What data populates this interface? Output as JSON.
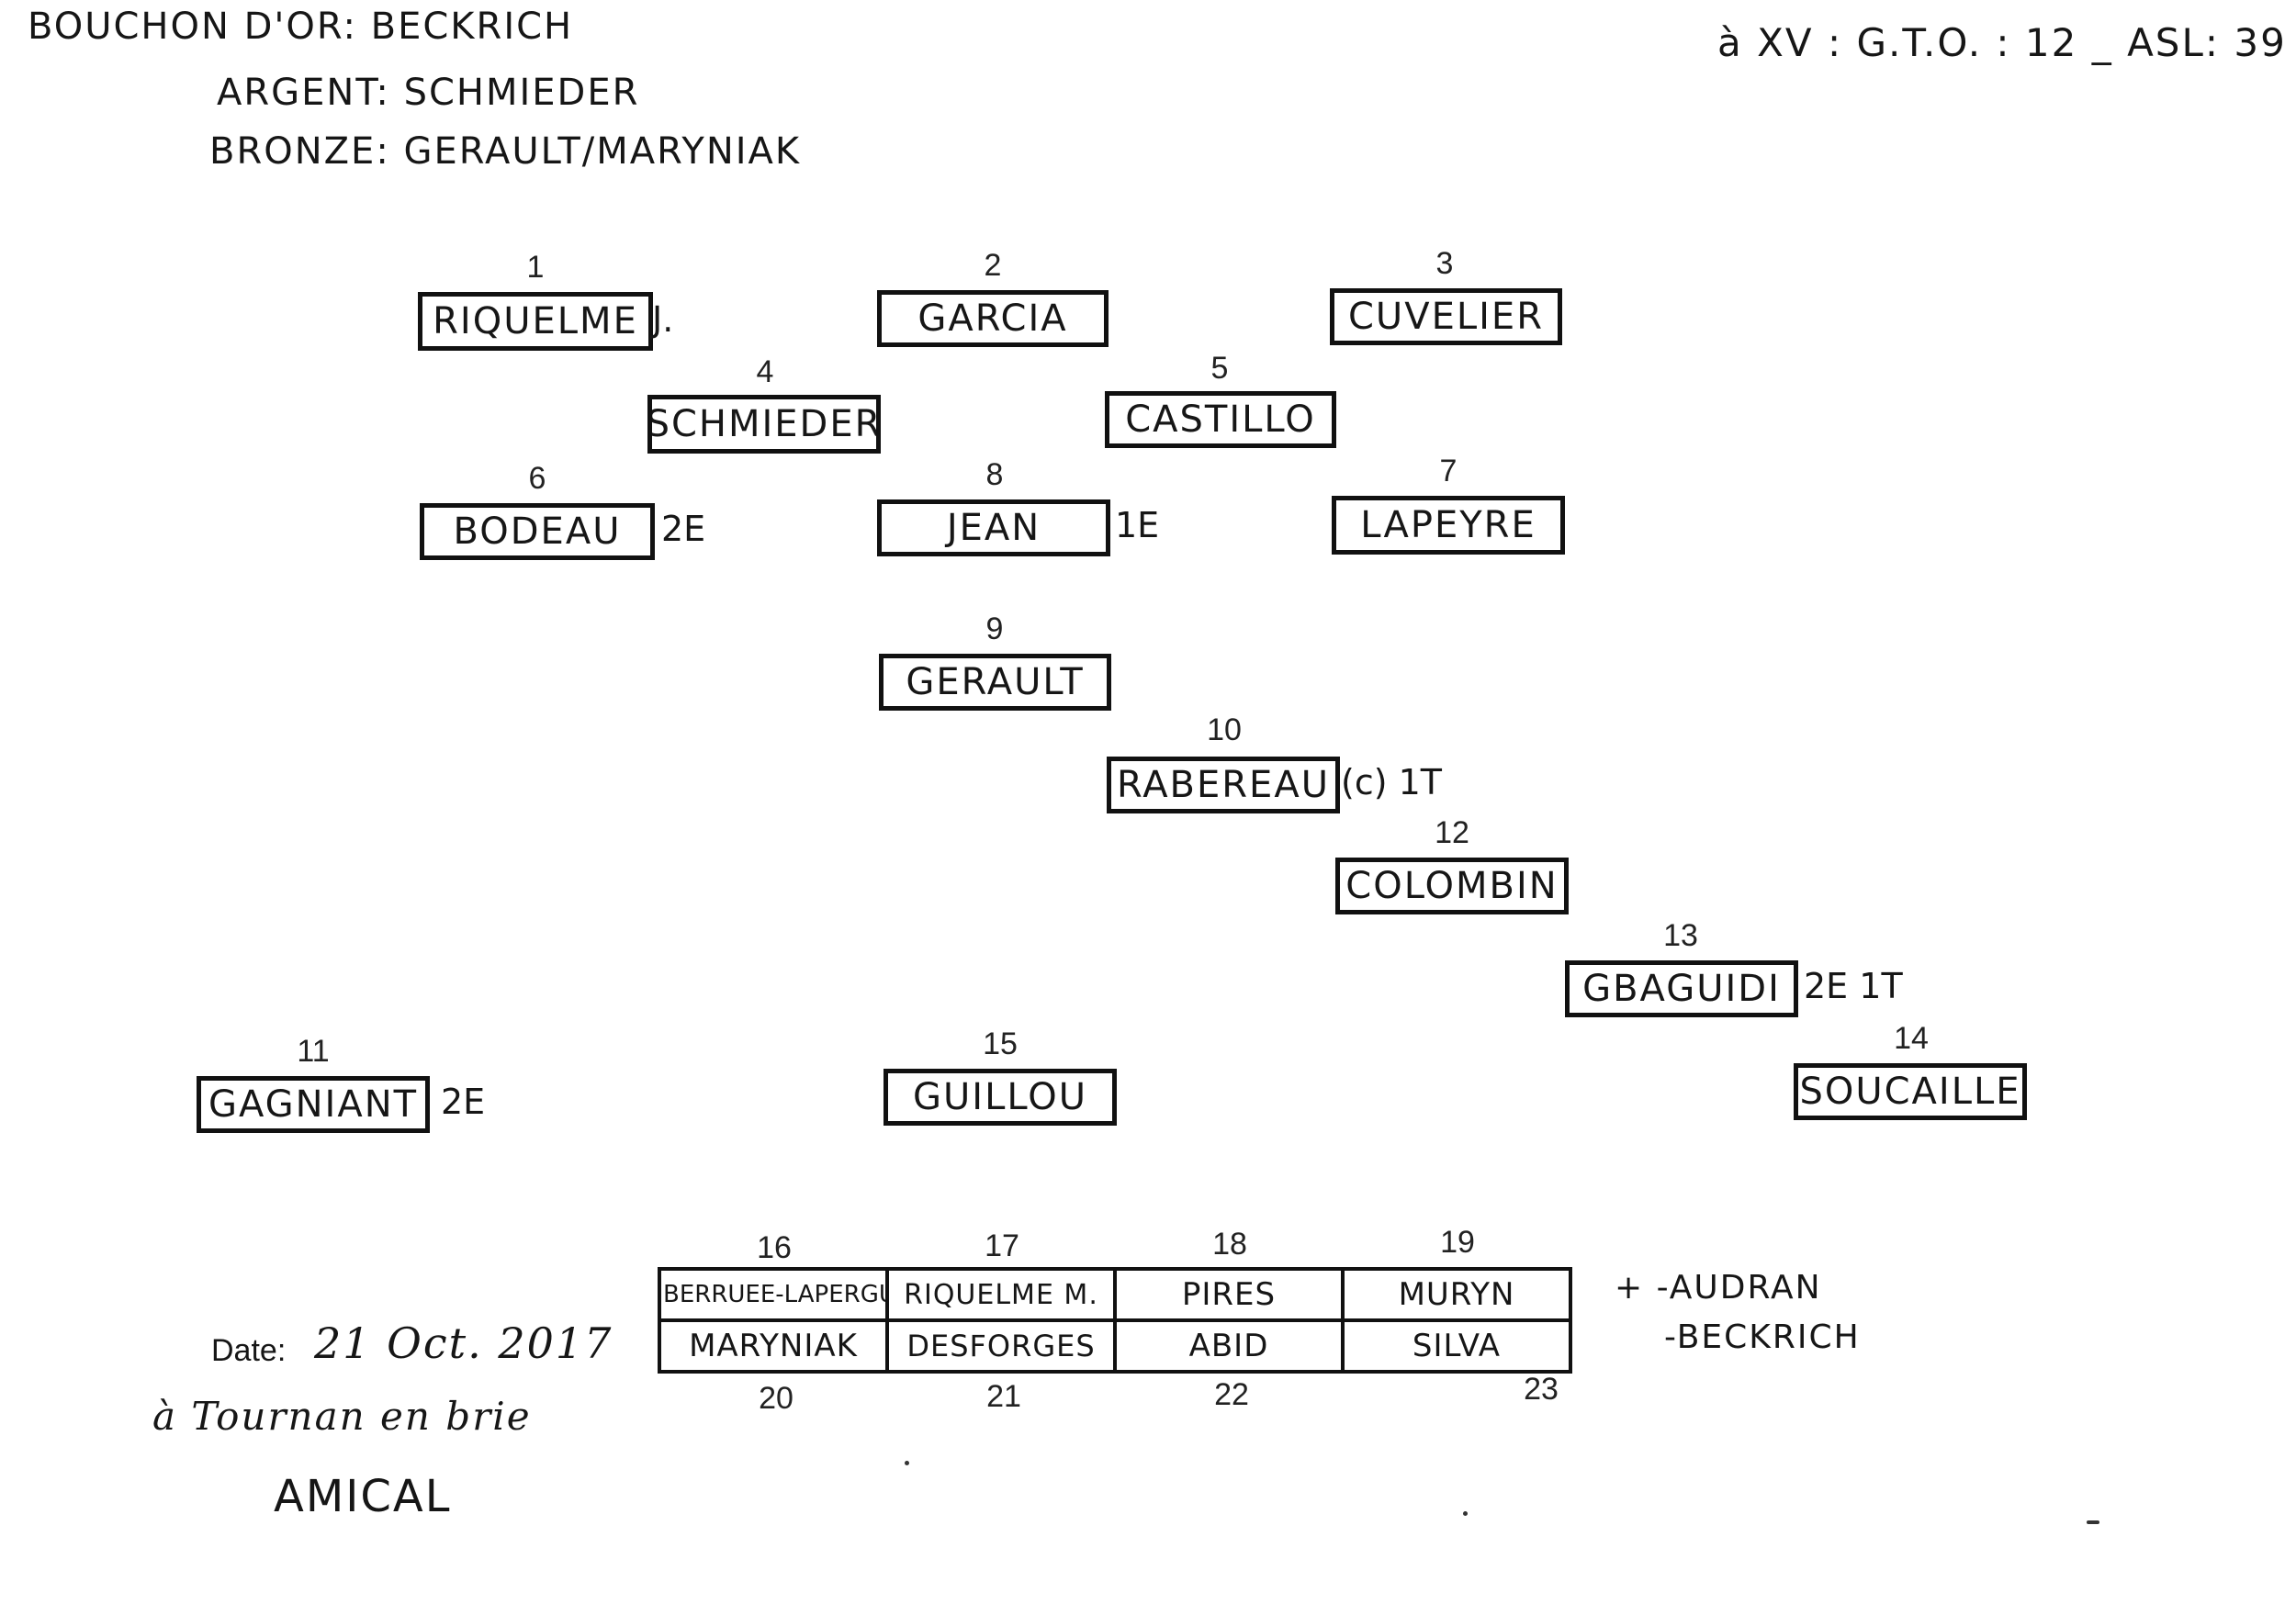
{
  "header": {
    "gold_line": "BOUCHON D'OR: BECKRICH",
    "silver_line": "ARGENT: SCHMIEDER",
    "bronze_line": "BRONZE: GERAULT/MARYNIAK",
    "score_line": "à XV : G.T.O. : 12 _ ASL: 39"
  },
  "positions": [
    {
      "number": "1",
      "name": "RIQUELME",
      "note": "J."
    },
    {
      "number": "2",
      "name": "GARCIA",
      "note": ""
    },
    {
      "number": "3",
      "name": "CUVELIER",
      "note": ""
    },
    {
      "number": "4",
      "name": "SCHMIEDER",
      "note": ""
    },
    {
      "number": "5",
      "name": "CASTILLO",
      "note": ""
    },
    {
      "number": "6",
      "name": "BODEAU",
      "note": "2E"
    },
    {
      "number": "8",
      "name": "JEAN",
      "note": "1E"
    },
    {
      "number": "7",
      "name": "LAPEYRE",
      "note": ""
    },
    {
      "number": "9",
      "name": "GERAULT",
      "note": ""
    },
    {
      "number": "10",
      "name": "RABEREAU",
      "note": "(c) 1T"
    },
    {
      "number": "12",
      "name": "COLOMBIN",
      "note": ""
    },
    {
      "number": "13",
      "name": "GBAGUIDI",
      "note": "2E 1T"
    },
    {
      "number": "11",
      "name": "GAGNIANT",
      "note": "2E"
    },
    {
      "number": "15",
      "name": "GUILLOU",
      "note": ""
    },
    {
      "number": "14",
      "name": "SOUCAILLE",
      "note": ""
    }
  ],
  "bench": {
    "top_numbers": [
      "16",
      "17",
      "18",
      "19"
    ],
    "row1": [
      "BERRUEE-LAPERGUE",
      "RIQUELME M.",
      "PIRES",
      "MURYN"
    ],
    "row2": [
      "MARYNIAK",
      "DESFORGES",
      "ABID",
      "SILVA"
    ],
    "bottom_numbers": [
      "20",
      "21",
      "22",
      "23"
    ]
  },
  "extras": {
    "line1": "+ -AUDRAN",
    "line2": "-BECKRICH"
  },
  "footer": {
    "date_label": "Date:",
    "date_value": "21 Oct. 2017",
    "place": "à Tournan en brie",
    "match_type": "AMICAL"
  }
}
